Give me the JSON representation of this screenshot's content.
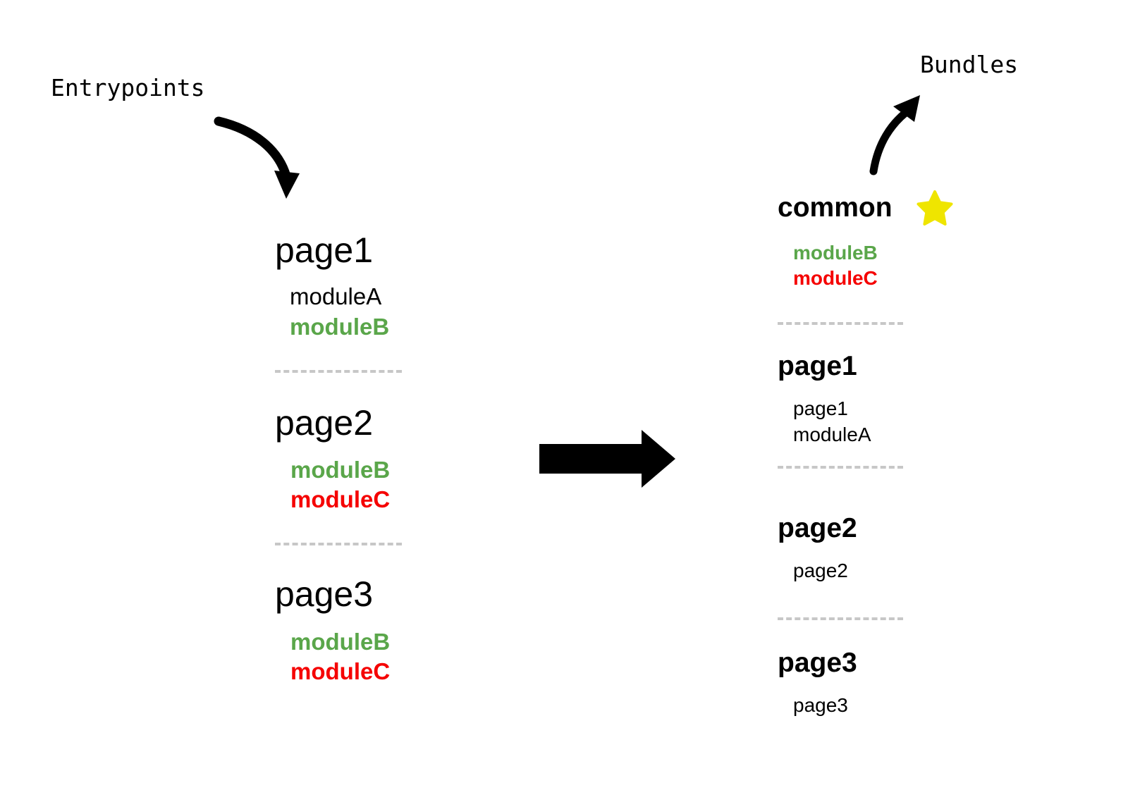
{
  "diagram": {
    "background_color": "#ffffff",
    "colors": {
      "text": "#000000",
      "module_green": "#5aa64a",
      "module_red": "#f50000",
      "separator_gray": "#c7c7c7",
      "star_yellow": "#efe500",
      "arrow_black": "#000000"
    }
  },
  "left": {
    "caption": "Entrypoints",
    "arrow_name": "curved-arrow-down-right",
    "groups": [
      {
        "title": "page1",
        "modules": [
          {
            "label": "moduleA",
            "color": "#000000",
            "bold": false
          },
          {
            "label": "moduleB",
            "color": "#5aa64a",
            "bold": true
          }
        ]
      },
      {
        "title": "page2",
        "modules": [
          {
            "label": "moduleB",
            "color": "#5aa64a",
            "bold": true
          },
          {
            "label": "moduleC",
            "color": "#f50000",
            "bold": true
          }
        ]
      },
      {
        "title": "page3",
        "modules": [
          {
            "label": "moduleB",
            "color": "#5aa64a",
            "bold": true
          },
          {
            "label": "moduleC",
            "color": "#f50000",
            "bold": true
          }
        ]
      }
    ]
  },
  "center": {
    "arrow_name": "block-arrow-right",
    "arrow_color": "#000000"
  },
  "right": {
    "caption": "Bundles",
    "arrow_name": "curved-arrow-up-right",
    "groups": [
      {
        "title": "common",
        "badge": "star",
        "modules": [
          {
            "label": "moduleB",
            "color": "#5aa64a",
            "bold": true
          },
          {
            "label": "moduleC",
            "color": "#f50000",
            "bold": true
          }
        ]
      },
      {
        "title": "page1",
        "badge": null,
        "modules": [
          {
            "label": "page1",
            "color": "#000000",
            "bold": false
          },
          {
            "label": "moduleA",
            "color": "#000000",
            "bold": false
          }
        ]
      },
      {
        "title": "page2",
        "badge": null,
        "modules": [
          {
            "label": "page2",
            "color": "#000000",
            "bold": false
          }
        ]
      },
      {
        "title": "page3",
        "badge": null,
        "modules": [
          {
            "label": "page3",
            "color": "#000000",
            "bold": false
          }
        ]
      }
    ]
  }
}
